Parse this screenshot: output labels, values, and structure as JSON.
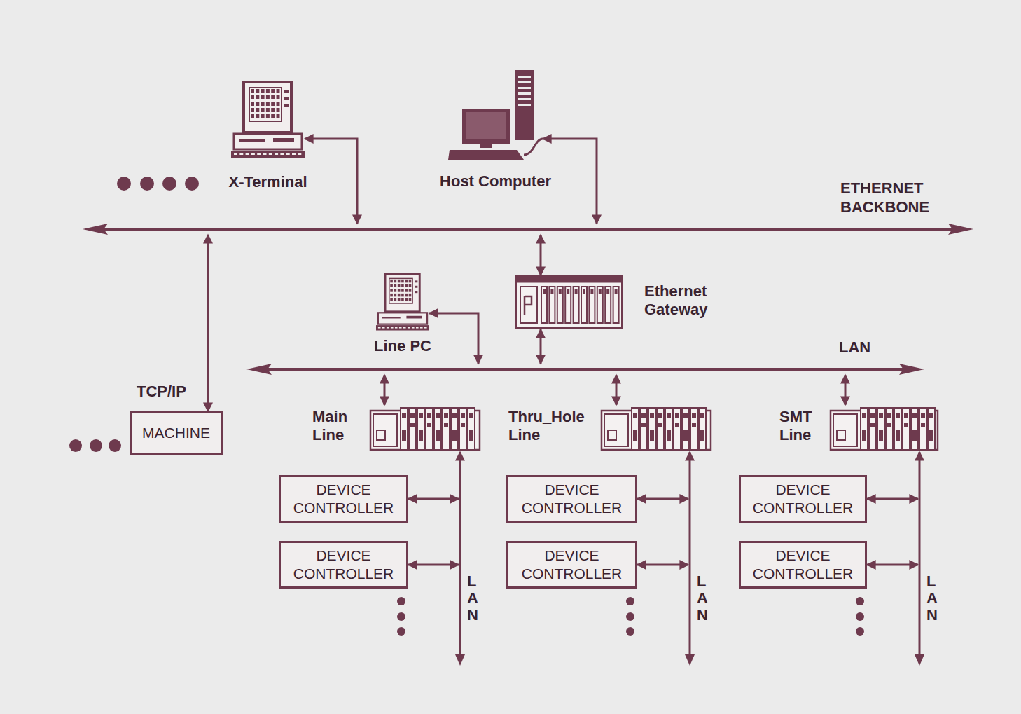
{
  "diagram": {
    "nodes": [
      {
        "text": [
          "X-Terminal"
        ]
      },
      {
        "text": [
          "Host Computer"
        ]
      },
      {
        "text": [
          "ETHERNET BACKBONE"
        ]
      },
      {
        "text": [
          "Line PC"
        ]
      },
      {
        "text": [
          "Ethernet Gateway"
        ]
      },
      {
        "text": [
          "LAN"
        ]
      },
      {
        "text": [
          "MACHINE"
        ]
      },
      {
        "text": [
          "Main Line"
        ]
      },
      {
        "text": [
          "Thru_Hole Line"
        ]
      },
      {
        "text": [
          "SMT Line"
        ]
      },
      {
        "text": [
          "DEVICE CONTROLLER"
        ]
      },
      {
        "text": [
          "DEVICE CONTROLLER"
        ]
      },
      {
        "text": [
          "DEVICE CONTROLLER"
        ]
      },
      {
        "text": [
          "DEVICE CONTROLLER"
        ]
      },
      {
        "text": [
          "DEVICE CONTROLLER"
        ]
      },
      {
        "text": [
          "DEVICE CONTROLLER"
        ]
      },
      {
        "text": [
          "LAN"
        ]
      },
      {
        "text": [
          "LAN"
        ]
      },
      {
        "text": [
          "LAN"
        ]
      }
    ],
    "edges": [
      {
        "from": 0,
        "to": 2,
        "arrow": "both"
      },
      {
        "from": 1,
        "to": 2,
        "arrow": "both"
      },
      {
        "from": 2,
        "to": 6,
        "label": "TCP/IP",
        "arrow": "both"
      },
      {
        "from": 2,
        "to": 4,
        "arrow": "both"
      },
      {
        "from": 4,
        "to": 5,
        "arrow": "both"
      },
      {
        "from": 3,
        "to": 5,
        "arrow": "both"
      },
      {
        "from": 5,
        "to": 7,
        "arrow": "both"
      },
      {
        "from": 5,
        "to": 8,
        "arrow": "both"
      },
      {
        "from": 5,
        "to": 9,
        "arrow": "both"
      },
      {
        "from": 16,
        "to": 7,
        "arrow": "to"
      },
      {
        "from": 17,
        "to": 8,
        "arrow": "to"
      },
      {
        "from": 18,
        "to": 9,
        "arrow": "to"
      },
      {
        "from": 10,
        "to": 16,
        "arrow": "both"
      },
      {
        "from": 13,
        "to": 16,
        "arrow": "both"
      },
      {
        "from": 11,
        "to": 17,
        "arrow": "both"
      },
      {
        "from": 14,
        "to": 17,
        "arrow": "both"
      },
      {
        "from": 12,
        "to": 18,
        "arrow": "both"
      },
      {
        "from": 15,
        "to": 18,
        "arrow": "both"
      }
    ]
  }
}
